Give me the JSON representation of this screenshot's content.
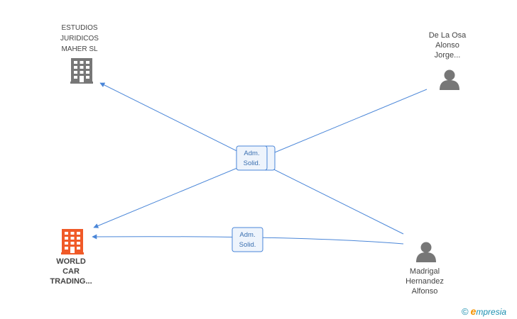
{
  "nodes": {
    "estudios": {
      "label_lines": [
        "ESTUDIOS",
        "JURIDICOS",
        "MAHER SL"
      ],
      "icon": "building-icon",
      "color": "#777777"
    },
    "world_car": {
      "label_lines": [
        "WORLD",
        "CAR",
        "TRADING..."
      ],
      "icon": "building-icon",
      "color": "#f05a28"
    },
    "de_la_osa": {
      "label_lines": [
        "De La Osa",
        "Alonso",
        "Jorge..."
      ],
      "icon": "person-icon",
      "color": "#777777"
    },
    "madrigal": {
      "label_lines": [
        "Madrigal",
        "Hernandez",
        "Alfonso"
      ],
      "icon": "person-icon",
      "color": "#777777"
    }
  },
  "edges": [
    {
      "from": "de_la_osa",
      "to": "world_car",
      "label_lines": [
        "Adm.",
        "Solid."
      ]
    },
    {
      "from": "madrigal",
      "to": "estudios",
      "label_lines": [
        "Adm.",
        "Solid."
      ]
    },
    {
      "from": "madrigal",
      "to": "world_car",
      "label_lines": [
        "Adm.",
        "Solid."
      ]
    }
  ],
  "colors": {
    "edge": "#4a86d8",
    "label_text": "#3a6fb0",
    "label_bg": "#eef4fc"
  },
  "footer": {
    "copyright_symbol": "©",
    "brand_initial": "e",
    "brand_rest": "mpresia"
  }
}
